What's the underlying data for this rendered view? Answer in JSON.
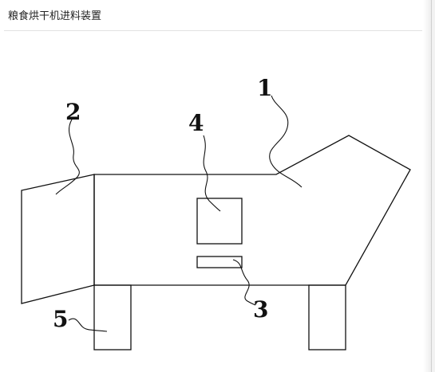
{
  "page": {
    "title": "粮食烘干机进料装置"
  },
  "diagram": {
    "labels": [
      "1",
      "2",
      "3",
      "4",
      "5"
    ]
  }
}
